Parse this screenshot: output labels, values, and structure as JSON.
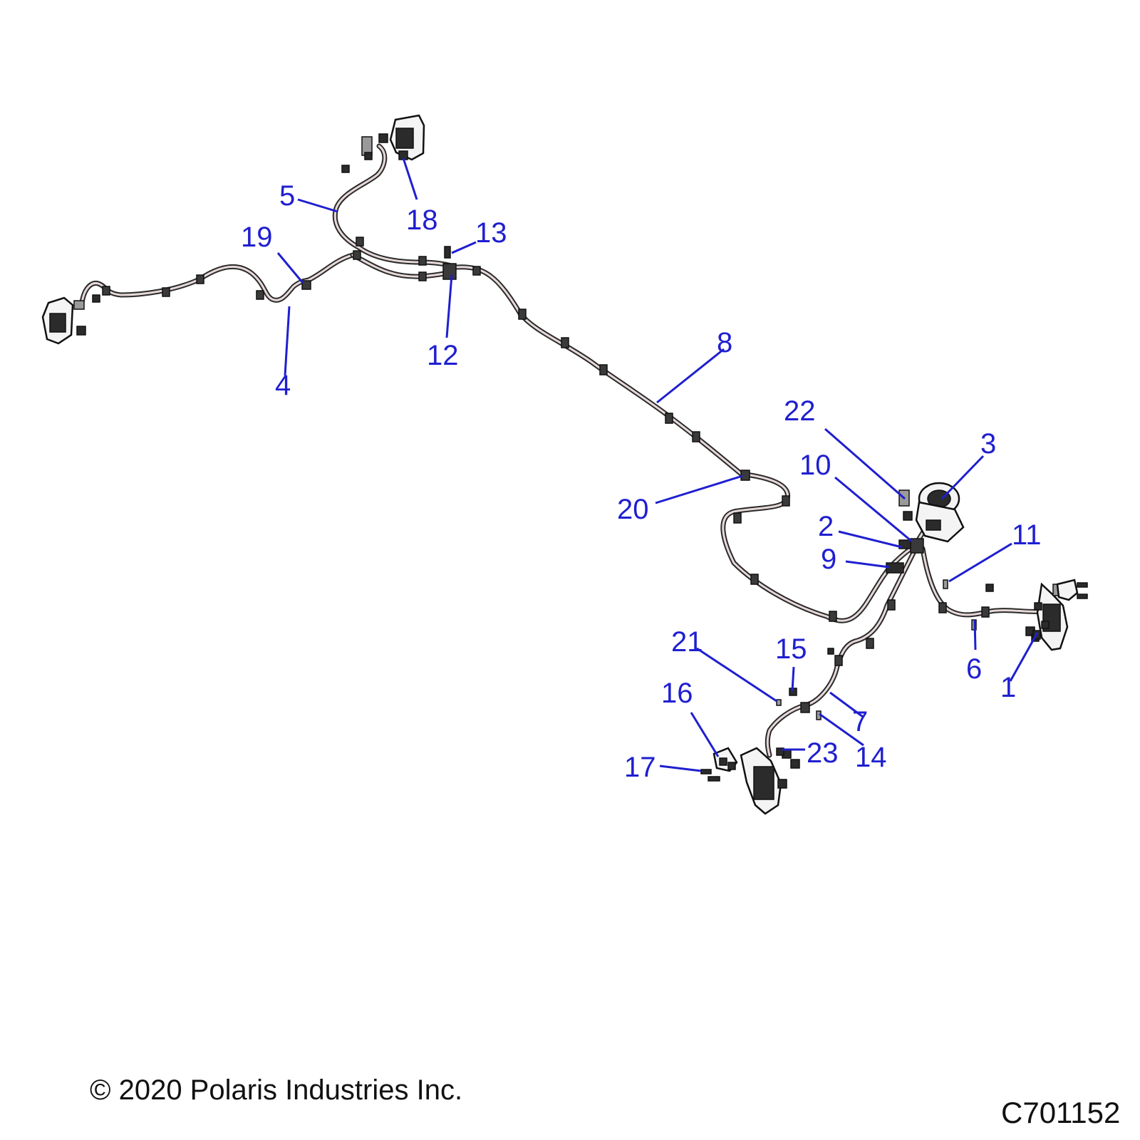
{
  "diagram": {
    "callouts": [
      "1",
      "2",
      "3",
      "4",
      "5",
      "6",
      "7",
      "8",
      "9",
      "10",
      "11",
      "12",
      "13",
      "14",
      "15",
      "16",
      "17",
      "18",
      "19",
      "20",
      "21",
      "22",
      "23"
    ]
  },
  "footer": {
    "copyright": "© 2020 Polaris Industries Inc.",
    "drawing_number": "C701152"
  },
  "colors": {
    "callout": "#1f1fd0",
    "line_art": "#111111",
    "background": "#ffffff"
  }
}
